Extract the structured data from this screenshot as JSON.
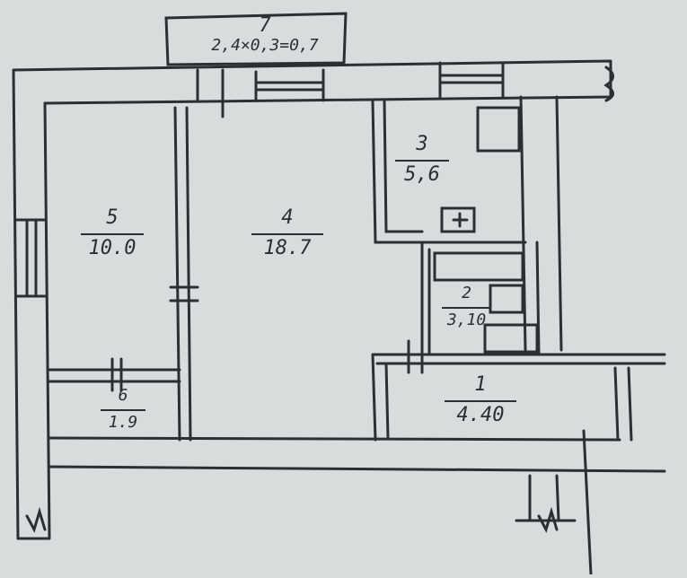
{
  "plan": {
    "ink_color": "#2b2f33",
    "paper_color": "#d9dcdc",
    "rooms": [
      {
        "id": "room-1",
        "number": "1",
        "area": "4.40"
      },
      {
        "id": "room-2",
        "number": "2",
        "area": "3,10"
      },
      {
        "id": "room-3",
        "number": "3",
        "area": "5,6"
      },
      {
        "id": "room-4",
        "number": "4",
        "area": "18.7"
      },
      {
        "id": "room-5",
        "number": "5",
        "area": "10.0"
      },
      {
        "id": "room-6",
        "number": "6",
        "area": "1.9"
      },
      {
        "id": "room-7",
        "number": "7",
        "area": "2,4×0,3=0,7"
      }
    ]
  }
}
